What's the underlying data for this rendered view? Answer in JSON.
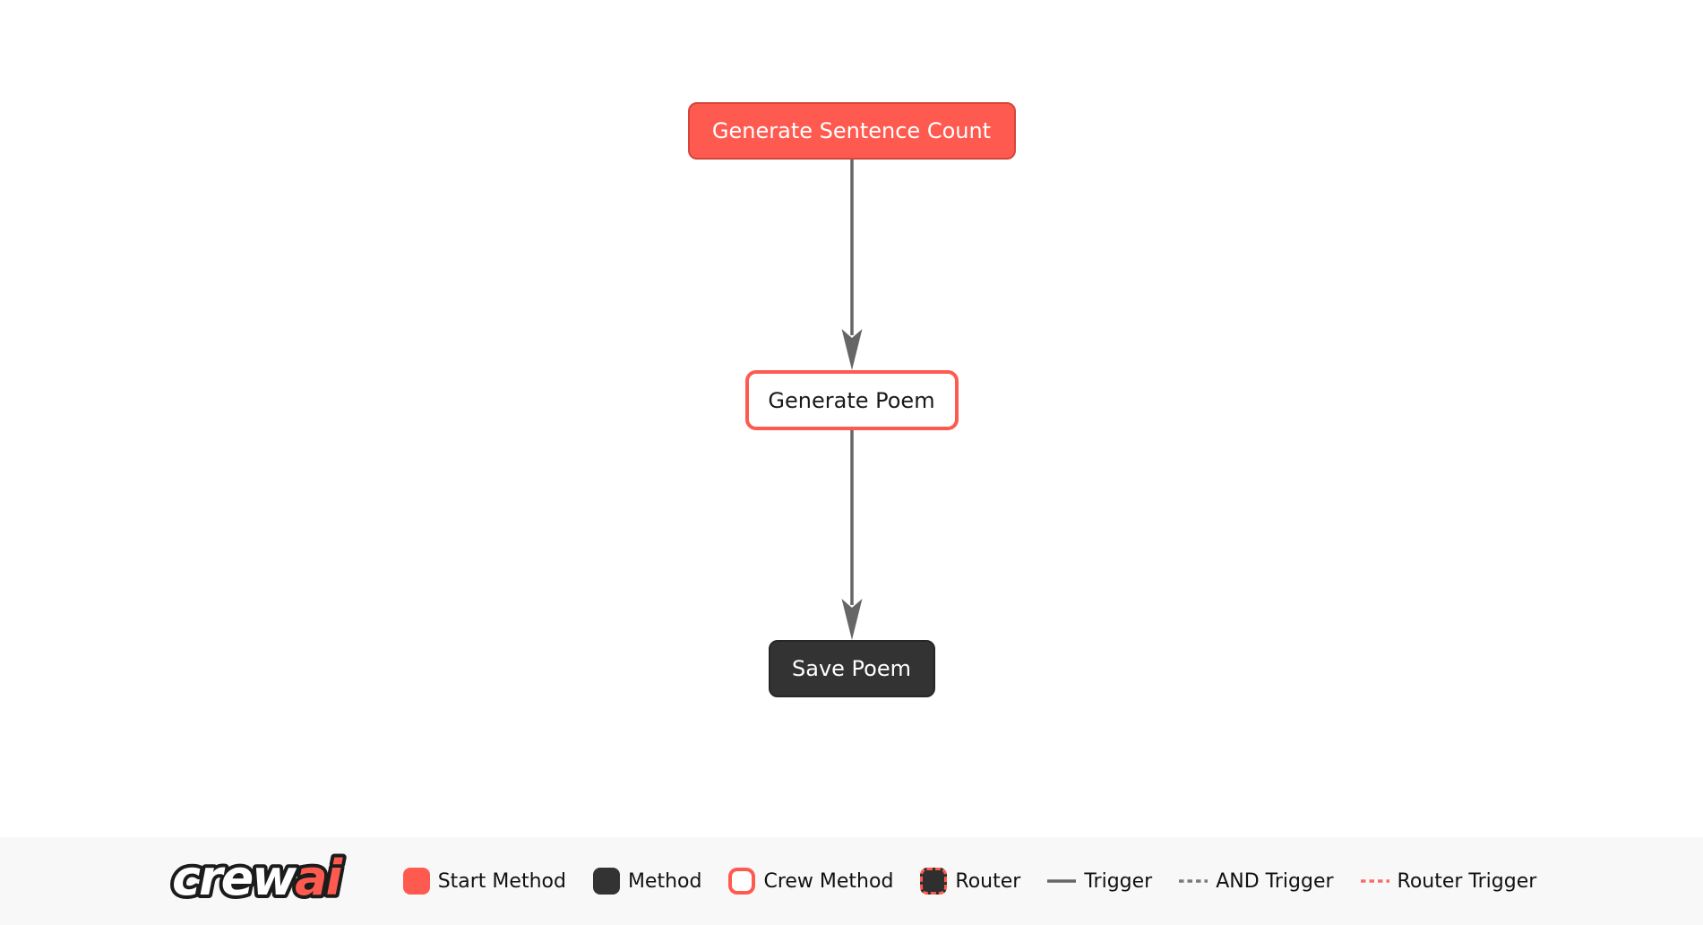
{
  "diagram": {
    "nodes": [
      {
        "label": "Generate Sentence Count",
        "type": "start-method"
      },
      {
        "label": "Generate Poem",
        "type": "crew-method"
      },
      {
        "label": "Save Poem",
        "type": "method"
      }
    ],
    "edges": [
      {
        "from": "Generate Sentence Count",
        "to": "Generate Poem",
        "type": "trigger"
      },
      {
        "from": "Generate Poem",
        "to": "Save Poem",
        "type": "trigger"
      }
    ]
  },
  "legend": {
    "logo": {
      "crew": "crew",
      "ai": "ai"
    },
    "items": [
      {
        "label": "Start Method",
        "swatch": "start-method"
      },
      {
        "label": "Method",
        "swatch": "method"
      },
      {
        "label": "Crew Method",
        "swatch": "crew-method"
      },
      {
        "label": "Router",
        "swatch": "router"
      },
      {
        "label": "Trigger",
        "swatch": "solid-line"
      },
      {
        "label": "AND Trigger",
        "swatch": "dashed-line"
      },
      {
        "label": "Router Trigger",
        "swatch": "red-dashed-line"
      }
    ]
  },
  "colors": {
    "accent_red": "#ff5a50",
    "red_border_dark": "#d6453c",
    "dark_node": "#333333",
    "arrow_gray": "#666666",
    "legend_background": "#f8f8f9",
    "page_background": "#ffffff"
  }
}
